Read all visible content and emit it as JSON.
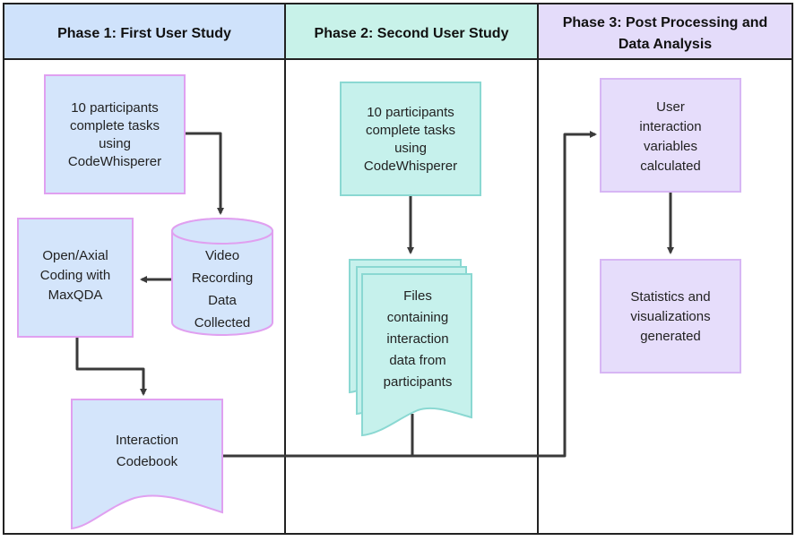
{
  "colors": {
    "phase1_header": "#cfe2fb",
    "phase2_header": "#c8f2e9",
    "phase3_header": "#e4dcfa",
    "blue_fill": "#d4e5fb",
    "blue_stroke": "#e0a0f0",
    "teal_fill": "#c6f1ec",
    "teal_stroke": "#8ad8d2",
    "purple_fill": "#e6ddfb",
    "purple_stroke": "#d7b6f4",
    "lane_border": "#222222",
    "arrow": "#3a3a3a"
  },
  "lanes": [
    {
      "id": "phase1",
      "title": [
        "Phase 1: First User Study"
      ]
    },
    {
      "id": "phase2",
      "title": [
        "Phase 2: Second User Study"
      ]
    },
    {
      "id": "phase3",
      "title": [
        "Phase 3: Post Processing and",
        "Data Analysis"
      ]
    }
  ],
  "nodes": [
    {
      "id": "p1-tasks",
      "shape": "process",
      "lines": [
        "10 participants",
        "complete tasks",
        "using",
        "CodeWhisperer"
      ]
    },
    {
      "id": "p1-video",
      "shape": "database",
      "lines": [
        "Video",
        "Recording",
        "Data",
        "Collected"
      ]
    },
    {
      "id": "p1-coding",
      "shape": "process",
      "lines": [
        "Open/Axial",
        "Coding with",
        "MaxQDA"
      ]
    },
    {
      "id": "p1-codebook",
      "shape": "document",
      "lines": [
        "Interaction",
        "Codebook"
      ]
    },
    {
      "id": "p2-tasks",
      "shape": "process",
      "lines": [
        "10 participants",
        "complete tasks",
        "using",
        "CodeWhisperer"
      ]
    },
    {
      "id": "p2-files",
      "shape": "multi-document",
      "lines": [
        "Files",
        "containing",
        "interaction",
        "data from",
        "participants"
      ]
    },
    {
      "id": "p3-vars",
      "shape": "process",
      "lines": [
        "User",
        "interaction",
        "variables",
        "calculated"
      ]
    },
    {
      "id": "p3-stats",
      "shape": "process",
      "lines": [
        "Statistics and",
        "visualizations",
        "generated"
      ]
    }
  ],
  "edges": [
    {
      "from": "p1-tasks",
      "to": "p1-video"
    },
    {
      "from": "p1-video",
      "to": "p1-coding"
    },
    {
      "from": "p1-coding",
      "to": "p1-codebook"
    },
    {
      "from": "p2-tasks",
      "to": "p2-files"
    },
    {
      "from": "p1-codebook",
      "to": "p3-vars"
    },
    {
      "from": "p2-files",
      "to": "p3-vars"
    },
    {
      "from": "p3-vars",
      "to": "p3-stats"
    }
  ]
}
